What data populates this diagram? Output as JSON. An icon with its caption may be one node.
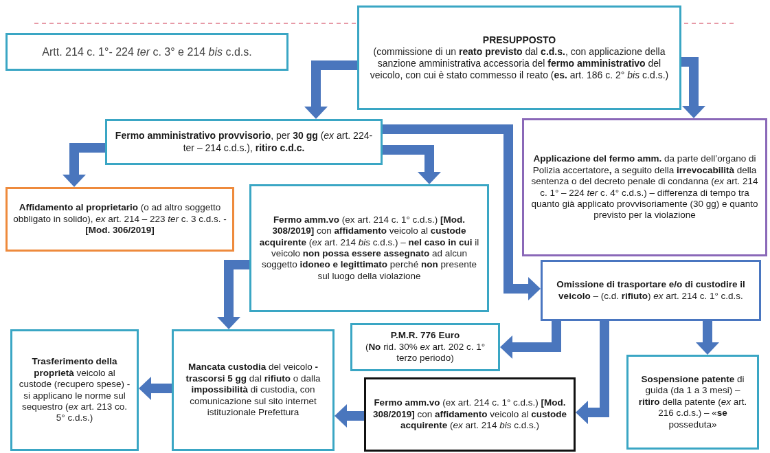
{
  "diagram": {
    "nodes": [
      {
        "text": [
          "Artt. 214 c. 1°- 224 *ter* c. 3° e 214 *bis* c.d.s."
        ]
      },
      {
        "text": [
          "PRESUPPOSTO",
          "(commissione di un **reato previsto** dal **c.d.s.**, con applicazione della sanzione amministrativa accessoria del **fermo amministrativo** del veicolo, con cui è stato commesso il reato (**es.** art. 186 c. 2° *bis* c.d.s.)"
        ]
      },
      {
        "text": [
          "**Fermo amministrativo provvisorio**, per **30 gg** (*ex* art. 224-ter – 214 c.d.s.), **ritiro c.d.c.**"
        ]
      },
      {
        "text": [
          "**Applicazione del fermo amm.** da parte dell’organo di Polizia accertatore**,** a seguito della **irrevocabilità** della sentenza o del decreto penale di condanna (*ex* art. 214 c. 1° – 224 *ter* c. 4° c.d.s.) – differenza di tempo tra quanto già applicato provvisoriamente (30 gg) e quanto previsto per la violazione"
        ]
      },
      {
        "text": [
          "**Affidamento al proprietario** (o ad altro soggetto obbligato in solido), *ex* art. 214 – 223 *ter* c. 3 c.d.s. - **[Mod. 306/2019]**"
        ]
      },
      {
        "text": [
          "**Fermo amm.vo** (ex art. 214 c. 1° c.d.s.) **[Mod. 308/2019]** con **affidamento** veicolo al **custode acquirente** (*ex* art. 214 *bis* c.d.s.) – **nel caso in cui** il veicolo **non possa essere assegnato** ad alcun soggetto **idoneo e legittimato** perché **non** presente sul luogo della violazione"
        ]
      },
      {
        "text": [
          "**Omissione di trasportare e/o di custodire il veicolo** – (c.d. **rifiuto**) *ex* art. 214 c. 1° c.d.s."
        ]
      },
      {
        "text": [
          "P.M.R. 776 Euro",
          "(**No** rid. 30% *ex* art. 202 c. 1° terzo periodo)"
        ]
      },
      {
        "text": [
          "**Trasferimento della proprietà** veicolo al custode (recupero spese) - si applicano le norme sul sequestro (*ex* art. 213 co. 5° c.d.s.)"
        ]
      },
      {
        "text": [
          "**Mancata custodia** del veicolo **- trascorsi 5 gg** dal **rifiuto** o dalla **impossibilità** di custodia, con comunicazione sul sito internet istituzionale Prefettura"
        ]
      },
      {
        "text": [
          "**Fermo amm.vo** (ex art. 214 c. 1° c.d.s.) **[Mod. 308/2019]** con **affidamento** veicolo al **custode acquirente** (*ex* art. 214 *bis* c.d.s.)"
        ]
      },
      {
        "text": [
          "**Sospensione patente** di guida (da 1 a 3 mesi) – **ritiro** della patente (*ex* art. 216 c.d.s.) – «**se** posseduta»"
        ]
      }
    ],
    "edges": [
      {
        "from": 1,
        "to": 2,
        "arrow": "to"
      },
      {
        "from": 1,
        "to": 3,
        "arrow": "to"
      },
      {
        "from": 2,
        "to": 4,
        "arrow": "to"
      },
      {
        "from": 2,
        "to": 5,
        "arrow": "to"
      },
      {
        "from": 2,
        "to": 6,
        "arrow": "to"
      },
      {
        "from": 5,
        "to": 9,
        "arrow": "to"
      },
      {
        "from": 6,
        "to": 7,
        "arrow": "to"
      },
      {
        "from": 6,
        "to": 10,
        "arrow": "to"
      },
      {
        "from": 6,
        "to": 11,
        "arrow": "to"
      },
      {
        "from": 10,
        "to": 9,
        "arrow": "to"
      },
      {
        "from": 9,
        "to": 8,
        "arrow": "to"
      }
    ]
  }
}
